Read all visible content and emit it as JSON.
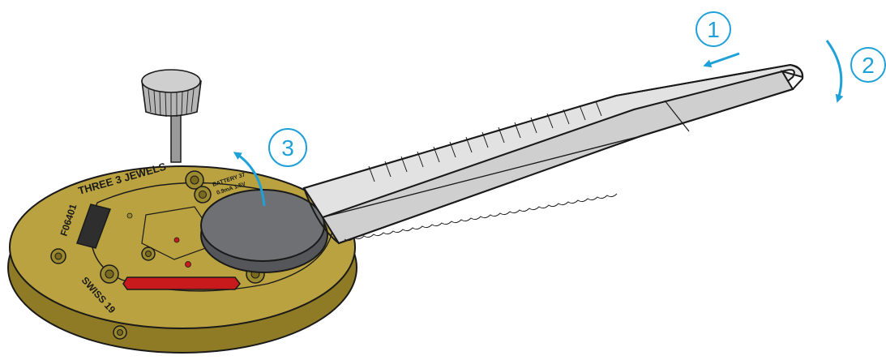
{
  "colors": {
    "accent": "#1ea0d8",
    "plate": "#b9a23f",
    "plate_dark": "#8f7b25",
    "battery": "#6f7073",
    "tweezers": "#dcdcdc",
    "outline": "#1a1a1a",
    "red_slot": "#c8191d"
  },
  "steps": [
    {
      "label": "1",
      "direction": "slide-left"
    },
    {
      "label": "2",
      "direction": "rotate-down"
    },
    {
      "label": "3",
      "direction": "lift-up"
    }
  ],
  "engraving": {
    "jewels": "THREE 3 JEWELS",
    "caliber": "F06401",
    "origin": "SWISS 19",
    "battery_line1": "BATTERY 37",
    "battery_line2": "0.9mA 1.5V"
  }
}
